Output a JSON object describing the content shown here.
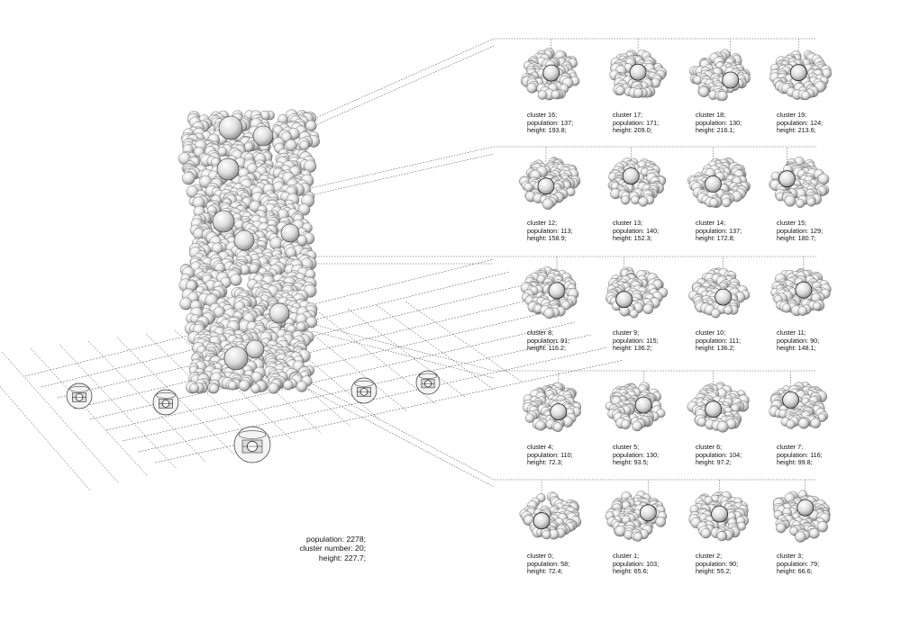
{
  "summary": {
    "population": "population: 2278;",
    "cluster_number": "cluster number: 20;",
    "height": "height: 227.7;"
  },
  "clusters": [
    {
      "id": "cluster 16;",
      "population": "population: 137;",
      "height": "height: 193.8;"
    },
    {
      "id": "cluster 17;",
      "population": "population: 171;",
      "height": "height: 209.0;"
    },
    {
      "id": "cluster 18;",
      "population": "population: 130;",
      "height": "height: 216.1;"
    },
    {
      "id": "cluster 19;",
      "population": "population: 124;",
      "height": "height: 213.6;"
    },
    {
      "id": "cluster 12;",
      "population": "population: 113;",
      "height": "height: 158.9;"
    },
    {
      "id": "cluster 13;",
      "population": "population: 140;",
      "height": "height: 152.3;"
    },
    {
      "id": "cluster 14;",
      "population": "population: 137;",
      "height": "height: 172.8;"
    },
    {
      "id": "cluster 15;",
      "population": "population: 129;",
      "height": "height: 180.7;"
    },
    {
      "id": "cluster 8;",
      "population": "population: 91;",
      "height": "height: 116.2;"
    },
    {
      "id": "cluster 9;",
      "population": "population: 115;",
      "height": "height: 136.2;"
    },
    {
      "id": "cluster 10;",
      "population": "population: 111;",
      "height": "height: 136.2;"
    },
    {
      "id": "cluster 11;",
      "population": "population: 90;",
      "height": "height: 148.1;"
    },
    {
      "id": "cluster 4;",
      "population": "population: 110;",
      "height": "height: 72.3;"
    },
    {
      "id": "cluster 5;",
      "population": "population: 130;",
      "height": "height: 93.5;"
    },
    {
      "id": "cluster 6;",
      "population": "population: 104;",
      "height": "height: 97.2;"
    },
    {
      "id": "cluster 7;",
      "population": "population: 116;",
      "height": "height: 99.8;"
    },
    {
      "id": "cluster 0;",
      "population": "population: 58;",
      "height": "height: 72.4;"
    },
    {
      "id": "cluster 1;",
      "population": "population: 103;",
      "height": "height: 65.6;"
    },
    {
      "id": "cluster 2;",
      "population": "population: 90;",
      "height": "height: 55.2;"
    },
    {
      "id": "cluster 3;",
      "population": "population: 79;",
      "height": "height: 66.6;"
    }
  ],
  "colors": {
    "sphere_light": "#ffffff",
    "sphere_mid": "#c8c8c8",
    "sphere_dark": "#7a7a7a",
    "line": "#555555",
    "grid": "#444444"
  }
}
